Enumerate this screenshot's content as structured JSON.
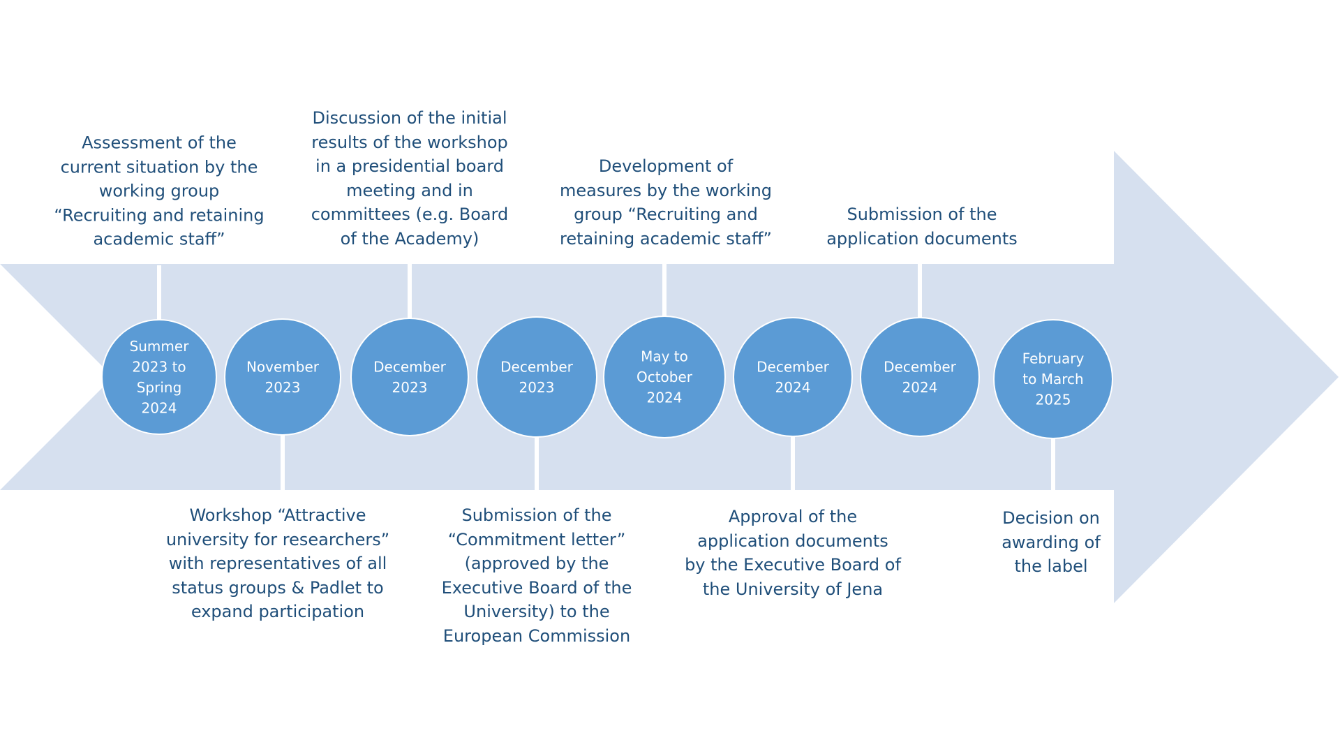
{
  "colors": {
    "arrow": "#d6e0ef",
    "circle_fill": "#5b9bd5",
    "circle_stroke": "#ffffff",
    "connector": "#ffffff",
    "date_text": "#ffffff",
    "label_text": "#1f4e79"
  },
  "milestones": [
    {
      "date": "Summer\n2023 to\nSpring\n2024",
      "label": "Assessment of the\ncurrent situation by the\nworking group\n“Recruiting and retaining\nacademic staff”",
      "position": "above"
    },
    {
      "date": "November\n2023",
      "label": "Workshop “Attractive\nuniversity for researchers”\nwith representatives of all\nstatus groups & Padlet to\nexpand participation",
      "position": "below"
    },
    {
      "date": "December\n2023",
      "label": "Discussion of the initial\nresults of the workshop\nin a presidential board\nmeeting and in\ncommittees (e.g. Board\nof the Academy)",
      "position": "above"
    },
    {
      "date": "December\n2023",
      "label": "Submission of the\n“Commitment letter”\n(approved by the\nExecutive Board of the\nUniversity) to the\nEuropean Commission",
      "position": "below"
    },
    {
      "date": "May to\nOctober\n2024",
      "label": "Development of\nmeasures by the working\ngroup “Recruiting and\nretaining academic staff”",
      "position": "above"
    },
    {
      "date": "December\n2024",
      "label": "Approval of the\napplication documents\nby the Executive Board of\nthe University of Jena",
      "position": "below"
    },
    {
      "date": "December\n2024",
      "label": "Submission of the\napplication documents",
      "position": "above"
    },
    {
      "date": "February\nto March\n2025",
      "label": "Decision on\nawarding of\nthe label",
      "position": "below"
    }
  ]
}
